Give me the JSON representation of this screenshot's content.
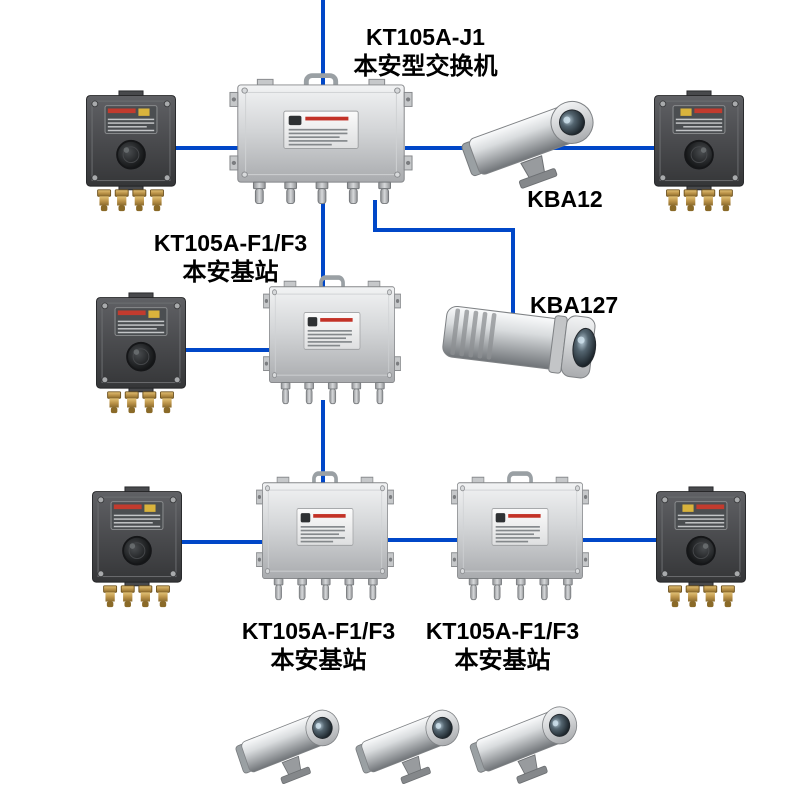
{
  "colors": {
    "connection": "#0047c8",
    "background": "#ffffff",
    "steel": "#d4d6d8",
    "dark_enclosure": "#4a4b4e",
    "brass_gland": "#bd954a"
  },
  "labels": {
    "switch_model": "KT105A-J1",
    "switch_name": "本安型交换机",
    "camera_top_right": "KBA12",
    "camera_middle": "KBA127",
    "base_middle_model": "KT105A-F1/F3",
    "base_middle_name": "本安基站",
    "base_bottom_left_model": "KT105A-F1/F3",
    "base_bottom_left_name": "本安基站",
    "base_bottom_right_model": "KT105A-F1/F3",
    "base_bottom_right_name": "本安基站"
  }
}
